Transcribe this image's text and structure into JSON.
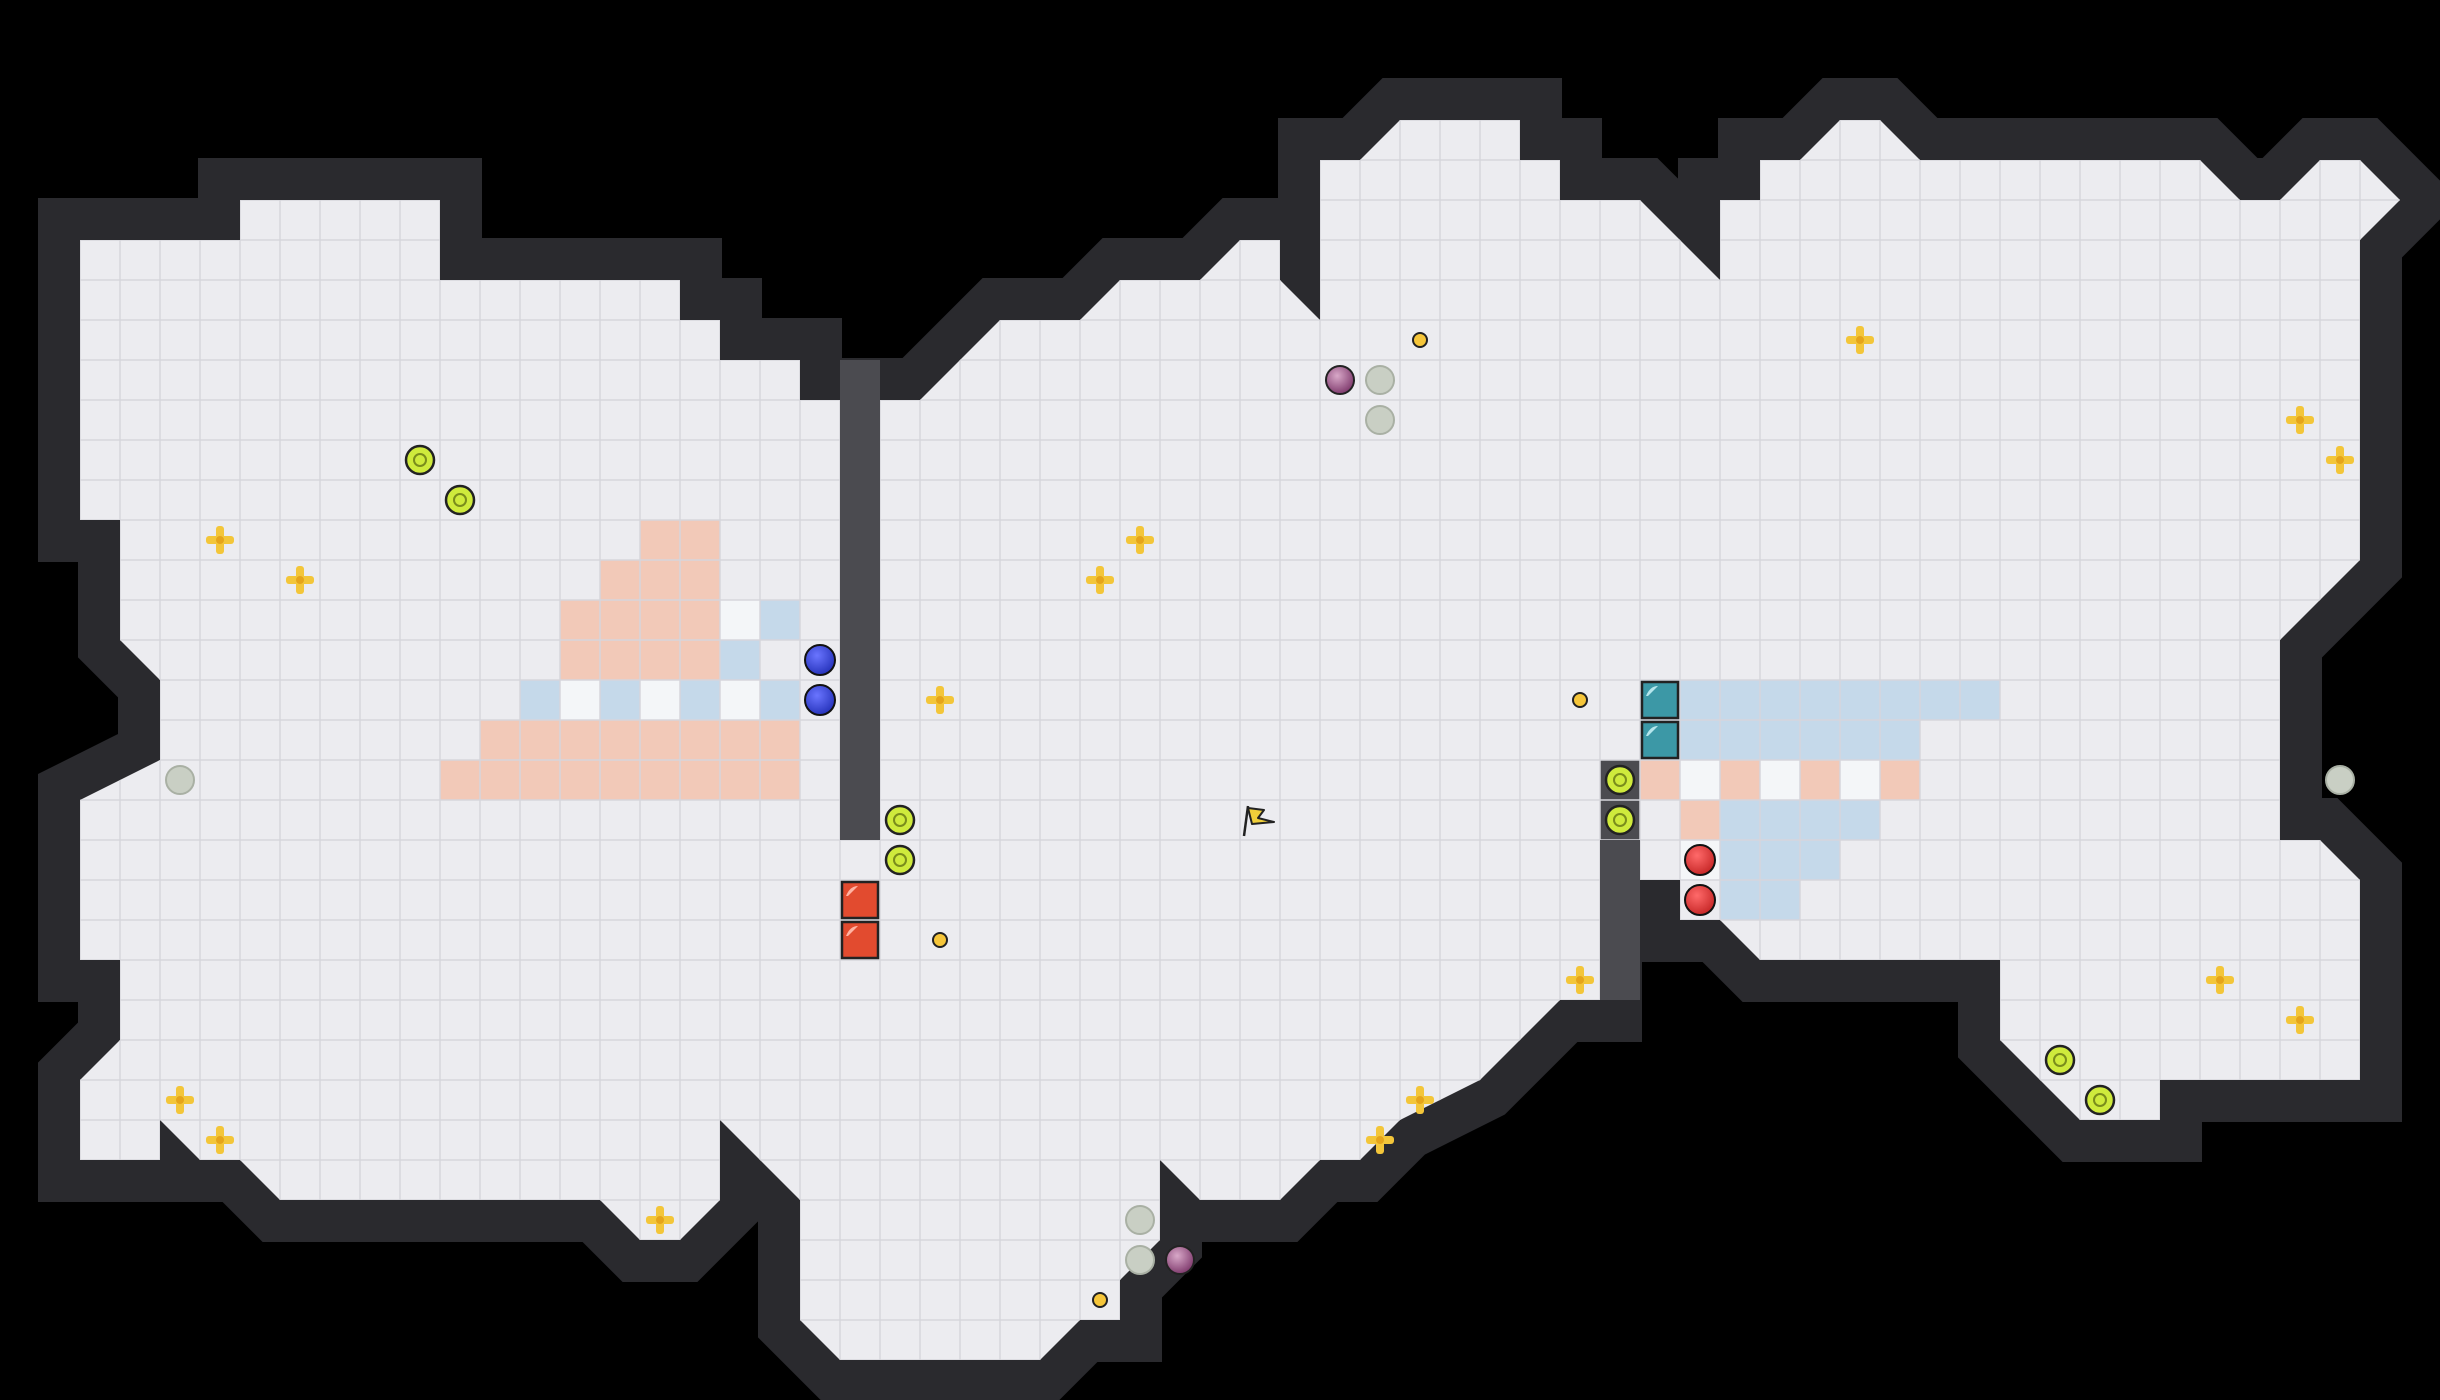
{
  "colors": {
    "background": "#000000",
    "wall": "#4b4b50",
    "wall_edge": "#2a2a2e",
    "floor": "#ececf0",
    "grid": "#d6d6dc",
    "team_red_zone": "#f2c9b8",
    "team_blue_zone": "#c5d9ea",
    "boost": "#f3c63a",
    "boost_center": "#e6a51a",
    "powerup_fill": "#cfea3c",
    "powerup_ring": "#7a8c1c",
    "bomb_inactive": "#c9cfc4",
    "red_ball": "#e33b3b",
    "blue_ball": "#3340d6",
    "red_gate": "#e24b2f",
    "blue_gate": "#3c98a6",
    "flag": "#f0cf3a",
    "portal": "#8e4e7e",
    "token": "#f6c63a"
  },
  "entities": {
    "flag": {
      "name": "neutral-flag-icon",
      "col": 30,
      "row": 17
    },
    "blue_balls": [
      {
        "col": 19,
        "row": 13
      },
      {
        "col": 19,
        "row": 14
      }
    ],
    "red_balls": [
      {
        "col": 41,
        "row": 18
      },
      {
        "col": 41,
        "row": 19
      }
    ],
    "red_gates": [
      {
        "col": 20,
        "row": 19
      },
      {
        "col": 20,
        "row": 20
      }
    ],
    "blue_gates": [
      {
        "col": 40,
        "row": 14
      },
      {
        "col": 40,
        "row": 15
      }
    ],
    "powerups": [
      {
        "col": 9,
        "row": 8
      },
      {
        "col": 10,
        "row": 9
      },
      {
        "col": 21,
        "row": 17
      },
      {
        "col": 21,
        "row": 18
      },
      {
        "col": 39,
        "row": 16
      },
      {
        "col": 39,
        "row": 17
      },
      {
        "col": 50,
        "row": 23
      },
      {
        "col": 51,
        "row": 24
      }
    ],
    "bombs": [
      {
        "col": 3,
        "row": 16
      },
      {
        "col": 33,
        "row": 6
      },
      {
        "col": 33,
        "row": 7
      },
      {
        "col": 27,
        "row": 27
      },
      {
        "col": 27,
        "row": 28
      },
      {
        "col": 57,
        "row": 16
      }
    ],
    "portals": [
      {
        "col": 32,
        "row": 6
      },
      {
        "col": 28,
        "row": 28
      }
    ],
    "tokens": [
      {
        "col": 34,
        "row": 5
      },
      {
        "col": 38,
        "row": 14
      },
      {
        "col": 22,
        "row": 20
      },
      {
        "col": 26,
        "row": 29
      }
    ],
    "boosts": [
      {
        "col": 4,
        "row": 10
      },
      {
        "col": 6,
        "row": 11
      },
      {
        "col": 3,
        "row": 24
      },
      {
        "col": 4,
        "row": 25
      },
      {
        "col": 15,
        "row": 27
      },
      {
        "col": 22,
        "row": 14
      },
      {
        "col": 26,
        "row": 11
      },
      {
        "col": 27,
        "row": 10
      },
      {
        "col": 38,
        "row": 21
      },
      {
        "col": 34,
        "row": 24
      },
      {
        "col": 33,
        "row": 25
      },
      {
        "col": 45,
        "row": 5
      },
      {
        "col": 56,
        "row": 7
      },
      {
        "col": 57,
        "row": 8
      },
      {
        "col": 54,
        "row": 21
      },
      {
        "col": 56,
        "row": 22
      }
    ]
  }
}
